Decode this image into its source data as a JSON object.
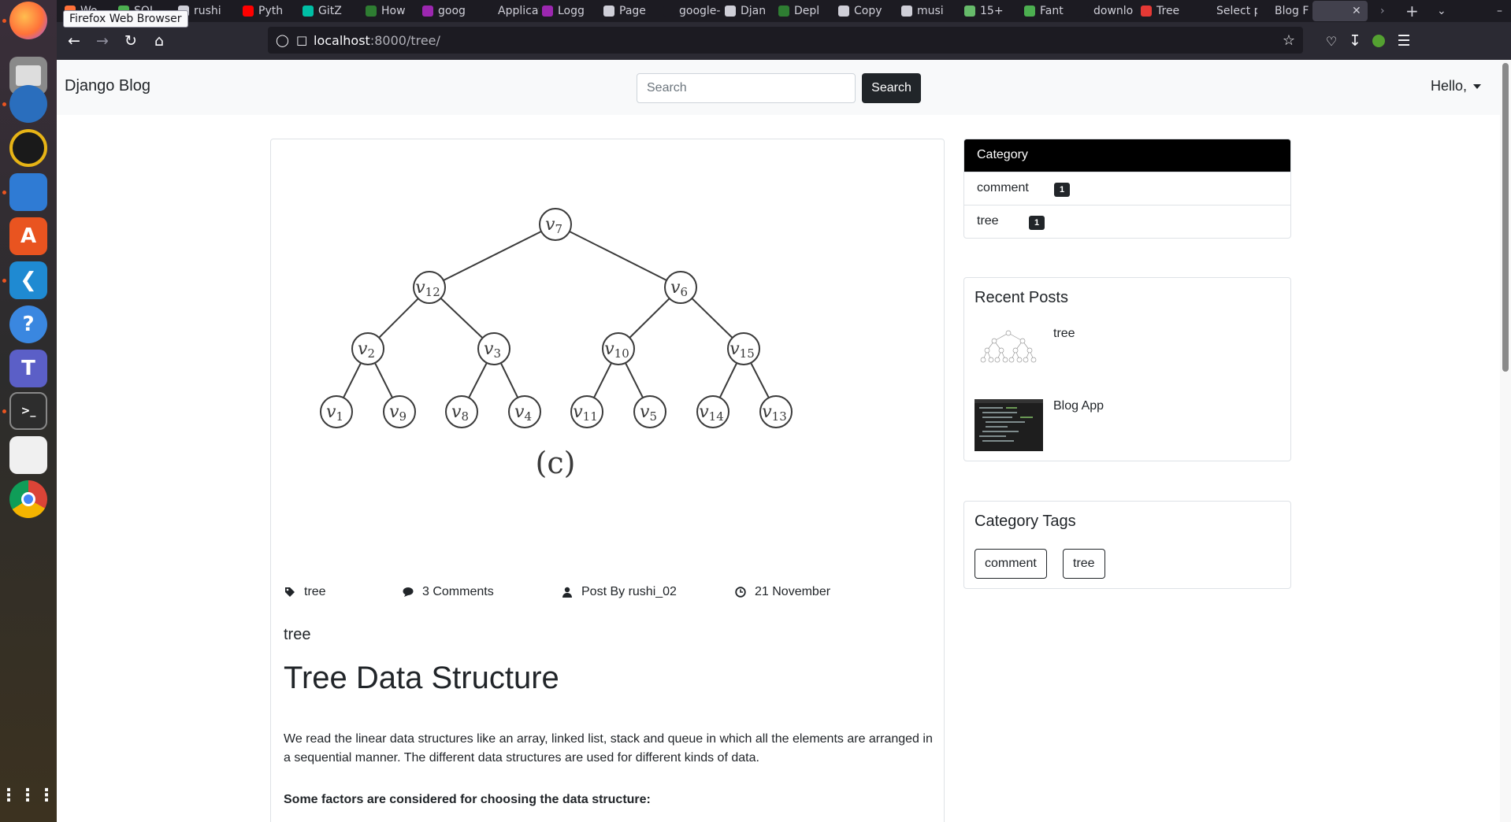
{
  "browser": {
    "tooltip": "Firefox Web Browser",
    "url_host": "localhost",
    "url_path": ":8000/tree/",
    "tabs": [
      {
        "label": "Wo",
        "color": "#ff7139"
      },
      {
        "label": "SQL",
        "color": "#4caf50"
      },
      {
        "label": "rushi",
        "color": "#cfcfd8"
      },
      {
        "label": "Pyth",
        "color": "#ff0000"
      },
      {
        "label": "GitZ",
        "color": "#00bfa5"
      },
      {
        "label": "How",
        "color": "#2e7d32"
      },
      {
        "label": "goog",
        "color": "#9c27b0"
      },
      {
        "label": "Applicat",
        "color": "#1c1b22"
      },
      {
        "label": "Logg",
        "color": "#9c27b0"
      },
      {
        "label": "Page",
        "color": "#cfcfd8"
      },
      {
        "label": "google-",
        "color": "#1c1b22"
      },
      {
        "label": "Djan",
        "color": "#cfcfd8"
      },
      {
        "label": "Depl",
        "color": "#2e7d32"
      },
      {
        "label": "Copy",
        "color": "#cfcfd8"
      },
      {
        "label": "musi",
        "color": "#cfcfd8"
      },
      {
        "label": "15+",
        "color": "#66bb6a"
      },
      {
        "label": "Fant",
        "color": "#4caf50"
      },
      {
        "label": "downlo",
        "color": "#1c1b22"
      },
      {
        "label": "Tree",
        "color": "#e53935"
      },
      {
        "label": "Select p",
        "color": "#1c1b22"
      },
      {
        "label": "Blog F",
        "color": "#1c1b22"
      }
    ]
  },
  "site": {
    "brand": "Django Blog",
    "search_placeholder": "Search",
    "search_button": "Search",
    "user_menu": "Hello,"
  },
  "post": {
    "figure": {
      "nodes": [
        "7",
        "12",
        "6",
        "2",
        "3",
        "10",
        "15",
        "1",
        "9",
        "8",
        "4",
        "11",
        "5",
        "14",
        "13"
      ],
      "caption": "(c)"
    },
    "tag": "tree",
    "comments": "3 Comments",
    "author": "Post By rushi_02",
    "date": "21 November",
    "category": "tree",
    "title": "Tree Data Structure",
    "body": "We read the linear data structures like an array, linked list, stack and queue in which all the elements are arranged in a sequential manner. The different data structures are used for different kinds of data.",
    "factors_heading": "Some factors are considered for choosing the data structure:"
  },
  "sidebar": {
    "category": {
      "header": "Category",
      "items": [
        {
          "name": "comment",
          "count": "1"
        },
        {
          "name": "tree",
          "count": "1"
        }
      ]
    },
    "recent": {
      "title": "Recent Posts",
      "items": [
        {
          "label": "tree"
        },
        {
          "label": "Blog App"
        }
      ]
    },
    "tags": {
      "title": "Category Tags",
      "items": [
        "comment",
        "tree"
      ]
    }
  }
}
